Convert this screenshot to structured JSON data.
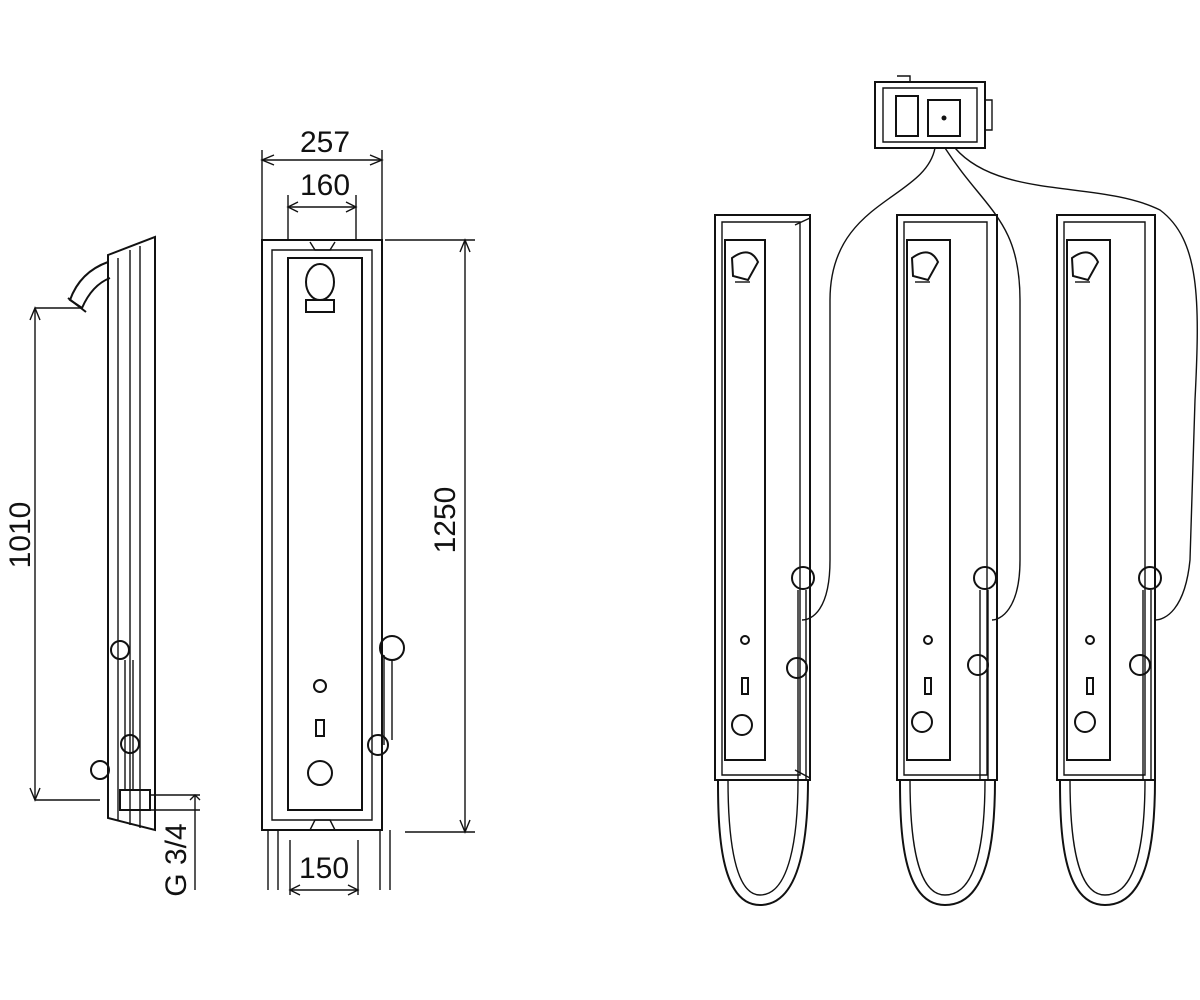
{
  "dimensions": {
    "height_side": "1010",
    "width_top_outer": "257",
    "width_top_inner": "160",
    "height_front": "1250",
    "width_bottom": "150",
    "thread": "G 3/4"
  },
  "colors": {
    "line": "#111111",
    "background": "#ffffff"
  }
}
